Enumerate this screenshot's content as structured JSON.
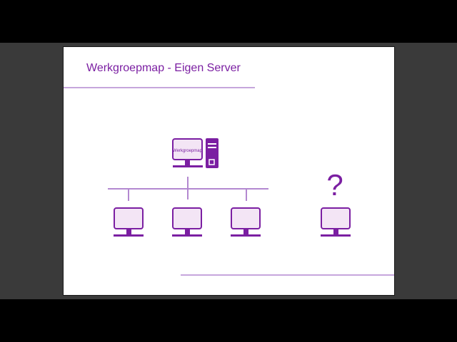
{
  "slide": {
    "title": "Werkgroepmap - Eigen Server"
  },
  "diagram": {
    "server_screen_label": "Werkgroepmap",
    "unknown_symbol": "?"
  },
  "colors": {
    "accent": "#7B1FA2",
    "line": "#B388D0",
    "screen_fill": "#F3E5F5",
    "slide_bg": "#FFFFFF",
    "stage_bg": "#3A3A3A",
    "letterbox": "#000000"
  },
  "icons": [
    "server-monitor-icon",
    "server-tower-icon",
    "client-monitor-icon",
    "question-mark"
  ]
}
